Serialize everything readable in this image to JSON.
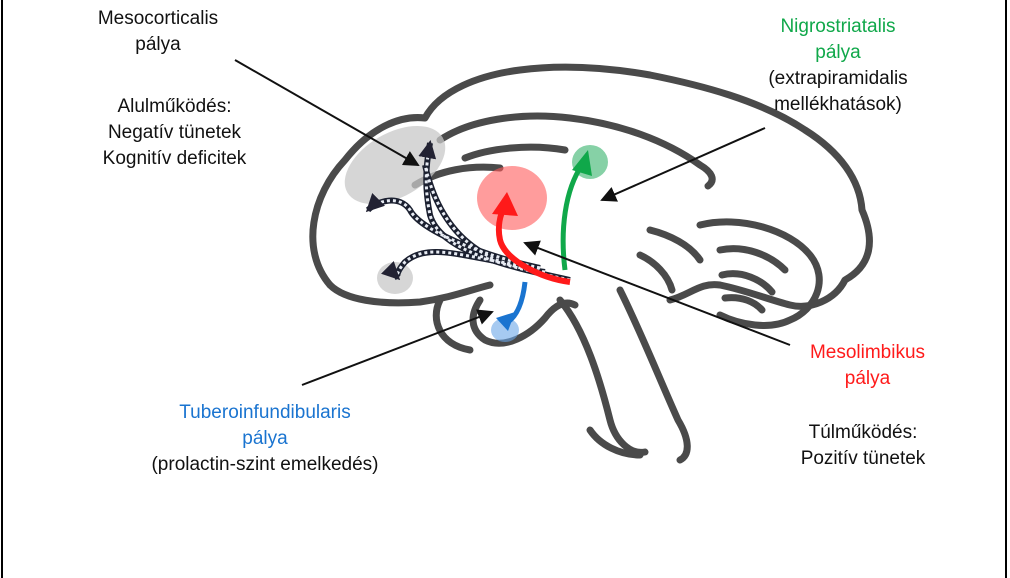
{
  "labels": {
    "mesocortical": {
      "title_line1": "Mesocorticalis",
      "title_line2": "pálya",
      "note_line1": "Alulműködés:",
      "note_line2": "Negatív tünetek",
      "note_line3": "Kognitív deficitek"
    },
    "nigrostriatal": {
      "title_line1": "Nigrostriatalis",
      "title_line2": "pálya",
      "note_line1": "(extrapiramidalis",
      "note_line2": "mellékhatások)"
    },
    "mesolimbic": {
      "title_line1": "Mesolimbikus",
      "title_line2": "pálya",
      "note_line1": "Túlműködés:",
      "note_line2": "Pozitív tünetek"
    },
    "tuberoinfundibular": {
      "title_line1": "Tuberoinfundibularis",
      "title_line2": "pálya",
      "note_line1": "(prolactin-szint emelkedés)"
    }
  },
  "colors": {
    "nigrostriatal": "#10a84a",
    "mesolimbic": "#ff1a1a",
    "tuberoinfundibular": "#1a74d0",
    "mesocortical": "#9aa4b8",
    "brain_outline": "#4a4a4a"
  },
  "icons": {
    "brain": "brain-sagittal-outline"
  }
}
